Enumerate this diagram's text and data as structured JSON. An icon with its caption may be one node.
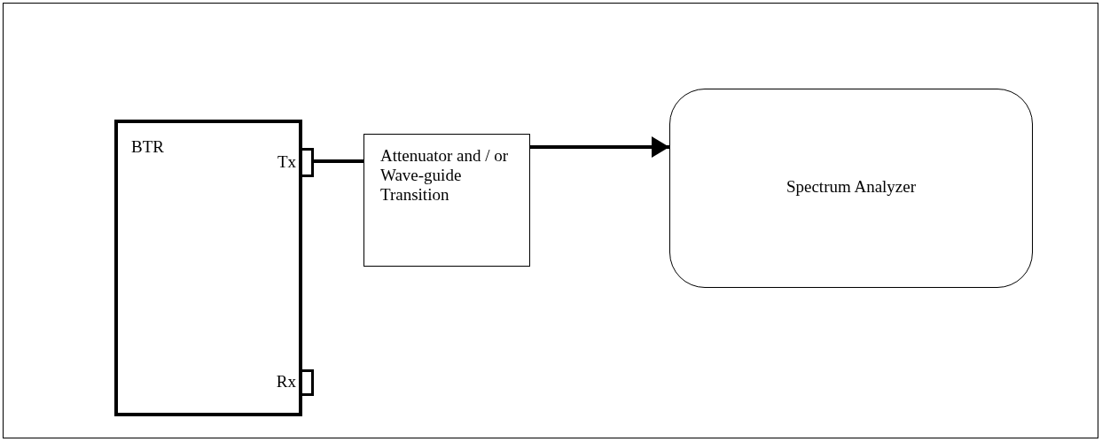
{
  "diagram": {
    "nodes": [
      {
        "text": [
          "BTR"
        ]
      },
      {
        "text": [],
        "shape": "box",
        "beside": [
          "Tx"
        ]
      },
      {
        "text": [],
        "shape": "box",
        "beside": [
          "Rx"
        ]
      },
      {
        "text": [
          "Attenuator and / or Wave-guide Transition"
        ]
      },
      {
        "text": [
          "Spectrum Analyzer"
        ]
      }
    ],
    "edges": [
      {
        "from": 1,
        "to": 3,
        "arrow": "none"
      },
      {
        "from": 3,
        "to": 4,
        "arrow": "to"
      }
    ]
  }
}
